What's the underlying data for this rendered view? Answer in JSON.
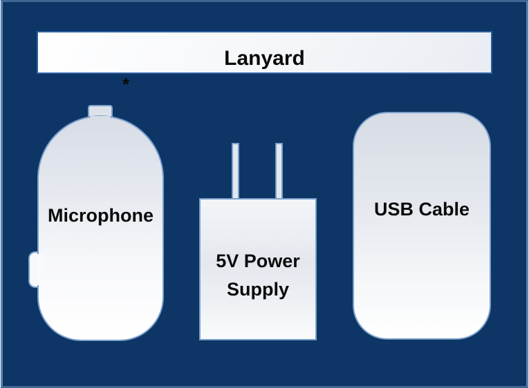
{
  "diagram": {
    "title": "",
    "background_color": "#0d3565",
    "frame_color": "#5b83ae",
    "shape_stroke_color": "#7ba1cd",
    "lanyard_stroke_color": "#2e5fa3",
    "label_color": "#0b0b0b"
  },
  "shapes": {
    "lanyard": {
      "label": "Lanyard"
    },
    "microphone": {
      "label": "Microphone"
    },
    "power_supply": {
      "label": "5V Power Supply",
      "label_line1": "5V Power",
      "label_line2": "Supply"
    },
    "usb_cable": {
      "label": "USB Cable"
    }
  },
  "annotations": {
    "asterisk": "*"
  }
}
